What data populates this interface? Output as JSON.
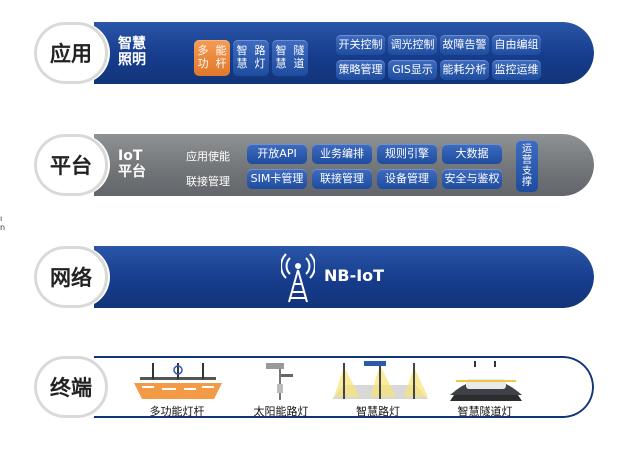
{
  "layers": {
    "app": {
      "label": "应用",
      "title_line1": "智慧",
      "title_line2": "照明",
      "left_buttons": [
        {
          "line1": "多功",
          "line2": "能杆",
          "highlight": true
        },
        {
          "line1": "智慧",
          "line2": "路灯",
          "highlight": false
        },
        {
          "line1": "智慧",
          "line2": "隧道",
          "highlight": false
        }
      ],
      "right_buttons": [
        "开关控制",
        "调光控制",
        "故障告警",
        "自由编组",
        "策略管理",
        "GIS显示",
        "能耗分析",
        "监控运维"
      ]
    },
    "platform": {
      "label": "平台",
      "title_line1": "IoT",
      "title_line2": "平台",
      "row_labels": [
        "应用使能",
        "联接管理"
      ],
      "buttons_row1": [
        "开放API",
        "业务编排",
        "规则引擎",
        "大数据"
      ],
      "buttons_row2": [
        "SIM卡管理",
        "联接管理",
        "设备管理",
        "安全与鉴权"
      ],
      "side_button": [
        "运",
        "营",
        "支",
        "撑"
      ]
    },
    "network": {
      "label": "网络",
      "text": "NB-IoT",
      "icon": "antenna-tower-icon"
    },
    "terminal": {
      "label": "终端",
      "items": [
        "多功能灯杆",
        "太阳能路灯",
        "智慧路灯",
        "智慧隧道灯"
      ]
    }
  },
  "colors": {
    "blue_band": "#163c8c",
    "gray_band": "#717477",
    "highlight": "#e0782b",
    "button_blue": "#2a5aad"
  }
}
